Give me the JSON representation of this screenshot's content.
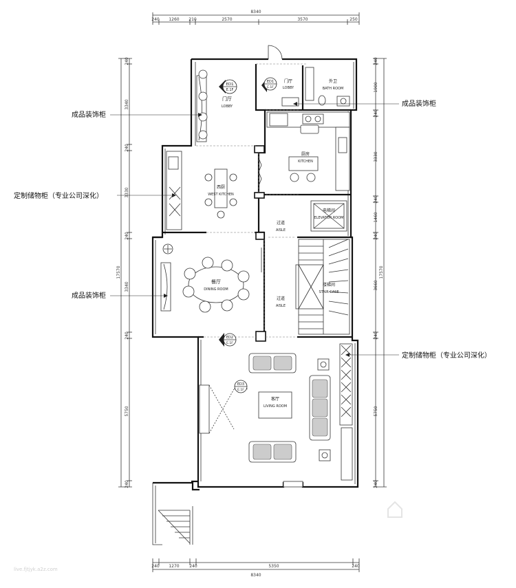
{
  "dimensions": {
    "top_total": "8340",
    "top_segments": [
      "240",
      "1260",
      "210",
      "2570",
      "3570",
      "250"
    ],
    "bottom_total": "8340",
    "bottom_segments": [
      "240",
      "1270",
      "240",
      "5350",
      "240"
    ],
    "left_total": "17570",
    "left_segments": [
      "240",
      "3340",
      "240",
      "3330",
      "240",
      "3340",
      "240",
      "5750",
      "240"
    ],
    "right_total": "17570",
    "right_segments": [
      "240",
      "1900",
      "240",
      "3330",
      "240",
      "1460",
      "240",
      "3660",
      "240",
      "5750",
      "240"
    ]
  },
  "callouts": {
    "left_1": "成品装饰柜",
    "left_2": "定制储物柜（专业公司深化）",
    "left_3": "成品装饰柜",
    "right_1": "成品装饰柜",
    "right_2": "定制储物柜（专业公司深化）"
  },
  "rooms": {
    "lobby_left": {
      "cn": "门厅",
      "en": "LOBBY"
    },
    "lobby_right": {
      "cn": "门厅",
      "en": "LOBBY"
    },
    "bathroom": {
      "cn": "外卫",
      "en": "BATH ROOM"
    },
    "kitchen": {
      "cn": "厨房",
      "en": "KITCHEN"
    },
    "west_kitchen": {
      "cn": "西厨",
      "en": "WEST KITCHEN"
    },
    "aisle_1": {
      "cn": "过道",
      "en": "AISLE"
    },
    "elevator": {
      "cn": "电梯间",
      "en": "ELEVATOR ROOM"
    },
    "dining": {
      "cn": "餐厅",
      "en": "DINING ROOM"
    },
    "aisle_2": {
      "cn": "过道",
      "en": "AISLE"
    },
    "stair": {
      "cn": "楼梯间",
      "en": "STAIR CASE"
    },
    "living": {
      "cn": "客厅",
      "en": "LIVING ROOM"
    }
  },
  "markers": [
    {
      "id": "ED1",
      "sub": "E.1F"
    },
    {
      "id": "ED1",
      "sub": "E.1F"
    },
    {
      "id": "ED2",
      "sub": "E.1F"
    },
    {
      "id": "ED3",
      "sub": "E.1F"
    }
  ],
  "watermark": "live.fjtjyk.a2z.com"
}
